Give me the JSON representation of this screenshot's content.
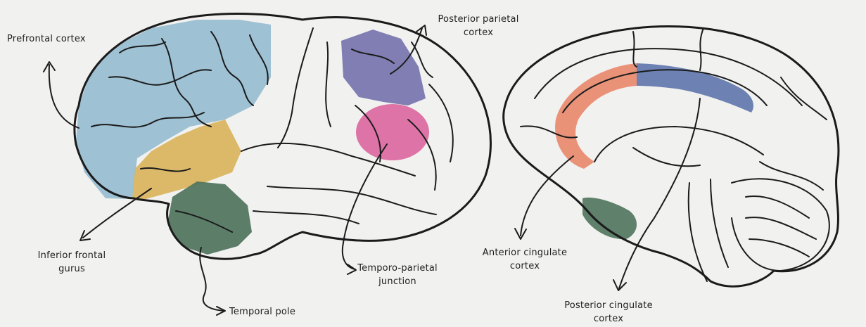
{
  "labels": {
    "prefrontal_cortex": "Prefrontal cortex",
    "inferior_frontal_gyrus_line1": "Inferior frontal",
    "inferior_frontal_gyrus_line2": "gurus",
    "temporal_pole": "Temporal pole",
    "temporo_parietal_junction_line1": "Temporo-parietal",
    "temporo_parietal_junction_line2": "junction",
    "posterior_parietal_cortex_line1": "Posterior parietal",
    "posterior_parietal_cortex_line2": "cortex",
    "anterior_cingulate_cortex_line1": "Anterior cingulate",
    "anterior_cingulate_cortex_line2": "cortex",
    "posterior_cingulate_cortex_line1": "Posterior cingulate",
    "posterior_cingulate_cortex_line2": "cortex"
  },
  "colors": {
    "background": "#f1f1f0",
    "prefrontal": "#8fb9cf",
    "inferior_frontal": "#d9b25a",
    "temporal_pole": "#4f735c",
    "temporo_parietal": "#d9619b",
    "posterior_parietal": "#6c6aa8",
    "anterior_cingulate": "#e8876a",
    "posterior_cingulate": "#5a72a8",
    "outline": "#1b1b1b"
  }
}
